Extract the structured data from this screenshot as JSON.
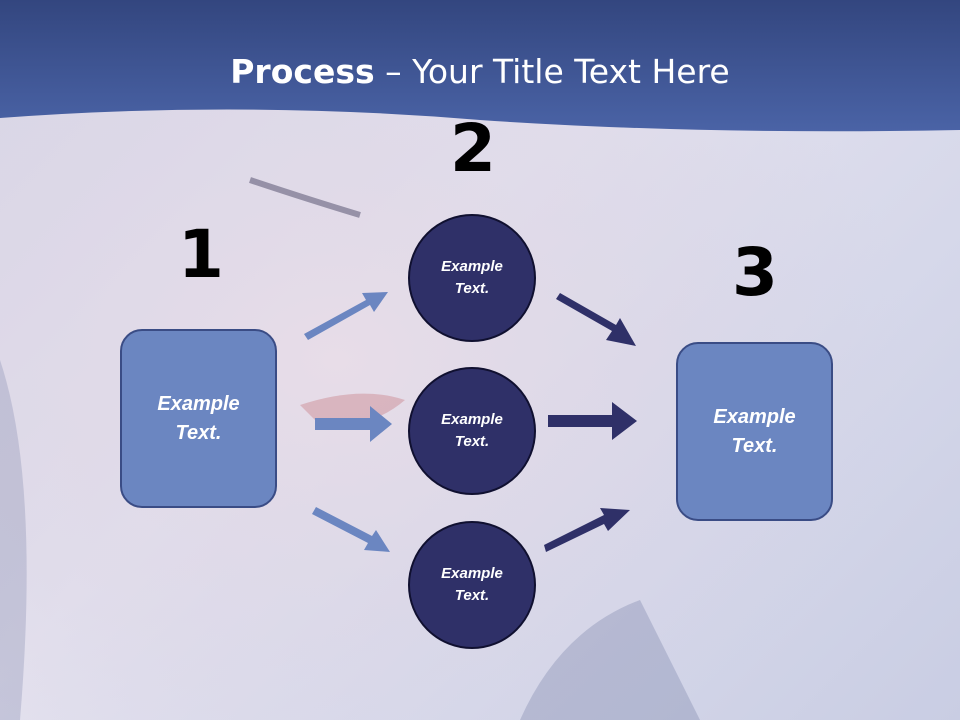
{
  "title": {
    "bold": "Process",
    "rest": " – Your Title Text Here"
  },
  "steps": {
    "one": "1",
    "two": "2",
    "three": "3"
  },
  "left_box": {
    "line1": "Example",
    "line2": "Text."
  },
  "right_box": {
    "line1": "Example",
    "line2": "Text."
  },
  "circles": [
    {
      "line1": "Example",
      "line2": "Text."
    },
    {
      "line1": "Example",
      "line2": "Text."
    },
    {
      "line1": "Example",
      "line2": "Text."
    }
  ],
  "colors": {
    "header": "#3d5394",
    "box_fill": "#6b86c1",
    "circle_fill": "#2f3068",
    "arrow_light": "#6b86c1",
    "arrow_dark": "#2f3068"
  }
}
